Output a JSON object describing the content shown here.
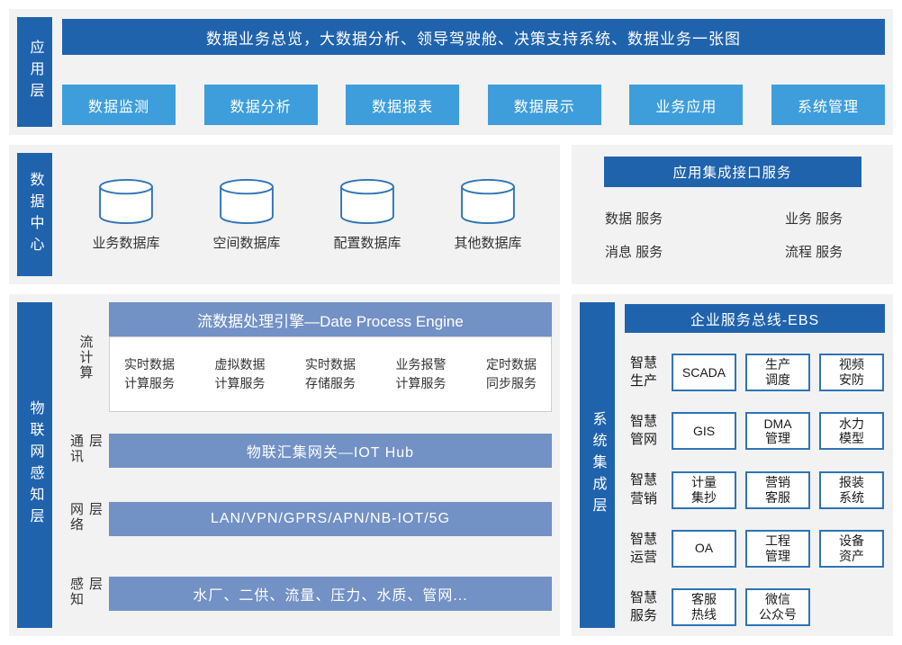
{
  "colors": {
    "dark_blue": "#2063AD",
    "light_blue": "#3E9EDB",
    "medium_blue": "#7291C5",
    "node_border": "#2E74B5",
    "panel_bg": "#F2F2F2"
  },
  "app_layer": {
    "tab": "应用层",
    "banner": "数据业务总览，大数据分析、领导驾驶舱、决策支持系统、数据业务一张图",
    "buttons": [
      "数据监测",
      "数据分析",
      "数据报表",
      "数据展示",
      "业务应用",
      "系统管理"
    ]
  },
  "data_center": {
    "tab": "数据中心",
    "databases": [
      "业务数据库",
      "空间数据库",
      "配置数据库",
      "其他数据库"
    ]
  },
  "integration_services": {
    "header": "应用集成接口服务",
    "items": [
      "数据 服务",
      "业务 服务",
      "消息 服务",
      "流程 服务"
    ]
  },
  "iot_layer": {
    "tab": "物联网感知层",
    "sublayers": [
      "流计算",
      "通讯层",
      "网络层",
      "感知层"
    ],
    "engine_title": "流数据处理引擎—Date Process Engine",
    "engine_services": [
      "实时数据\n计算服务",
      "虚拟数据\n计算服务",
      "实时数据\n存储服务",
      "业务报警\n计算服务",
      "定时数据\n同步服务"
    ],
    "iot_hub": "物联汇集网关—IOT Hub",
    "network": "LAN/VPN/GPRS/APN/NB-IOT/5G",
    "perception": "水厂、二供、流量、压力、水质、管网..."
  },
  "system_integration": {
    "tab": "系统集成层",
    "header": "企业服务总线-EBS",
    "rows": [
      {
        "label": "智慧\n生产",
        "boxes": [
          "SCADA",
          "生产\n调度",
          "视频\n安防"
        ]
      },
      {
        "label": "智慧\n管网",
        "boxes": [
          "GIS",
          "DMA\n管理",
          "水力\n模型"
        ]
      },
      {
        "label": "智慧\n营销",
        "boxes": [
          "计量\n集抄",
          "营销\n客服",
          "报装\n系统"
        ]
      },
      {
        "label": "智慧\n运营",
        "boxes": [
          "OA",
          "工程\n管理",
          "设备\n资产"
        ]
      },
      {
        "label": "智慧\n服务",
        "boxes": [
          "客服\n热线",
          "微信\n公众号"
        ]
      }
    ]
  }
}
